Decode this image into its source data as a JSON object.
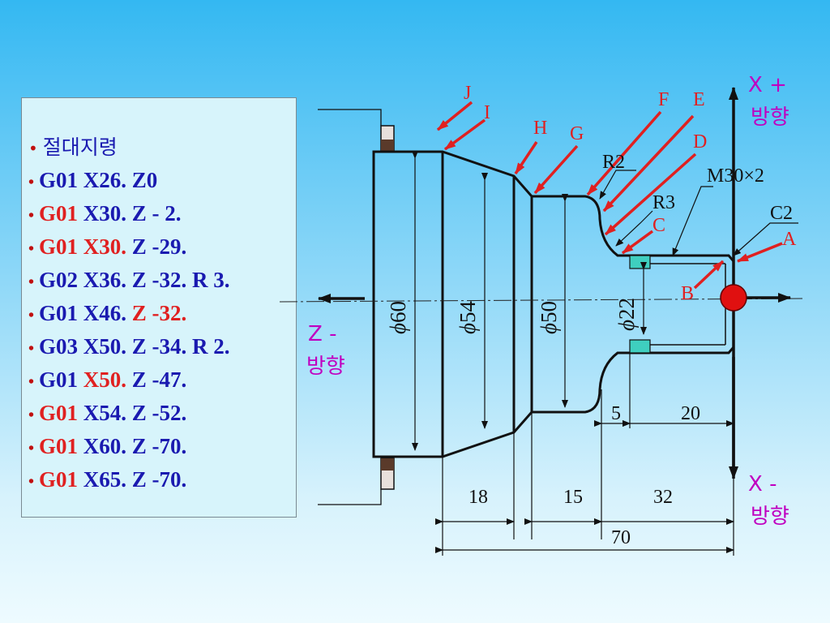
{
  "code_lines": [
    {
      "parts": [
        {
          "t": "절대지령",
          "c": "blue"
        }
      ],
      "korean": true
    },
    {
      "parts": [
        {
          "t": "G01 X26. Z0",
          "c": "blue"
        }
      ]
    },
    {
      "parts": [
        {
          "t": "G01",
          "c": "red"
        },
        {
          "t": " X30. Z - 2.",
          "c": "blue"
        }
      ]
    },
    {
      "parts": [
        {
          "t": "G01",
          "c": "red"
        },
        {
          "t": " ",
          "c": "blue"
        },
        {
          "t": "X30.",
          "c": "red"
        },
        {
          "t": " Z -29.",
          "c": "blue"
        }
      ]
    },
    {
      "parts": [
        {
          "t": "G02 X36. Z -32. R 3.",
          "c": "blue"
        }
      ]
    },
    {
      "parts": [
        {
          "t": "G01 X46. ",
          "c": "blue"
        },
        {
          "t": "Z -32.",
          "c": "red"
        }
      ]
    },
    {
      "parts": [
        {
          "t": "G03 X50. Z -34. R 2.",
          "c": "blue"
        }
      ]
    },
    {
      "parts": [
        {
          "t": "G01 ",
          "c": "blue"
        },
        {
          "t": "X50.",
          "c": "red"
        },
        {
          "t": " Z -47.",
          "c": "blue"
        }
      ]
    },
    {
      "parts": [
        {
          "t": "G01",
          "c": "red"
        },
        {
          "t": " X54. Z -52.",
          "c": "blue"
        }
      ]
    },
    {
      "parts": [
        {
          "t": "G01",
          "c": "red"
        },
        {
          "t": " X60. Z -70.",
          "c": "blue"
        }
      ]
    },
    {
      "parts": [
        {
          "t": "G01",
          "c": "red"
        },
        {
          "t": " X65. Z -70.",
          "c": "blue"
        }
      ]
    }
  ],
  "points": [
    "J",
    "I",
    "H",
    "G",
    "F",
    "E",
    "D",
    "C",
    "B",
    "A"
  ],
  "axes": {
    "x_plus": "X +",
    "x_plus_dir": "방향",
    "x_minus": "X -",
    "x_minus_dir": "방향",
    "z_minus": "Z -",
    "z_minus_dir": "방향"
  },
  "annotations": {
    "r2": "R2",
    "r3": "R3",
    "thread": "M30×2",
    "chamfer": "C2"
  },
  "diameters": {
    "d60": "60",
    "d54": "54",
    "d50": "50",
    "d22": "22"
  },
  "dimensions": {
    "d5": "5",
    "d20": "20",
    "d18": "18",
    "d15": "15",
    "d32": "32",
    "d70": "70"
  },
  "colors": {
    "blue": "#1a1ab0",
    "red": "#e02020",
    "magenta": "#c000c0",
    "origin": "#e01010",
    "pad": "#3fcfbf"
  }
}
